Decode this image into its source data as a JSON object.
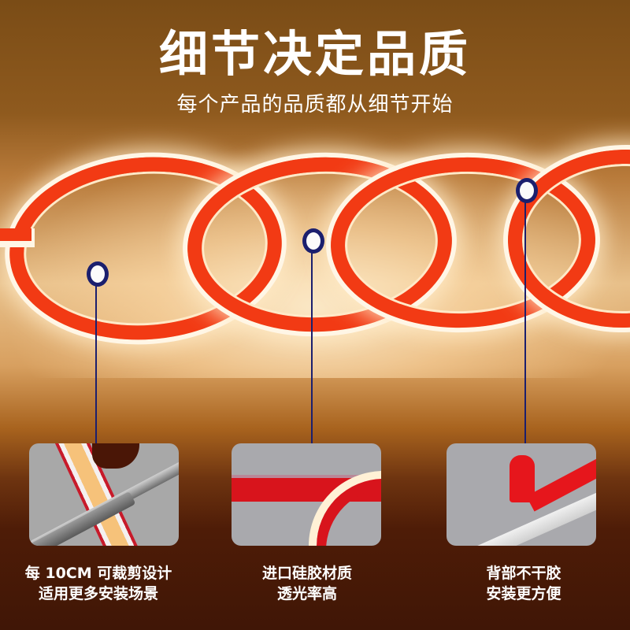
{
  "header": {
    "title": "细节决定品质",
    "subtitle": "每个产品的品质都从细节开始"
  },
  "colors": {
    "strip_red": "#f23a14",
    "callout_navy": "#1b1f6e",
    "bg_top": "#7a4c16",
    "bg_bottom": "#401606",
    "card_gray": "#a9a9ad"
  },
  "features": [
    {
      "image_alt": "scissors-cutting-strip",
      "line1": "每 10CM 可裁剪设计",
      "line2": "适用更多安装场景"
    },
    {
      "image_alt": "silicone-strip-curve",
      "line1": "进口硅胶材质",
      "line2": "透光率高"
    },
    {
      "image_alt": "adhesive-backing-peel",
      "line1": "背部不干胶",
      "line2": "安装更方便"
    }
  ]
}
